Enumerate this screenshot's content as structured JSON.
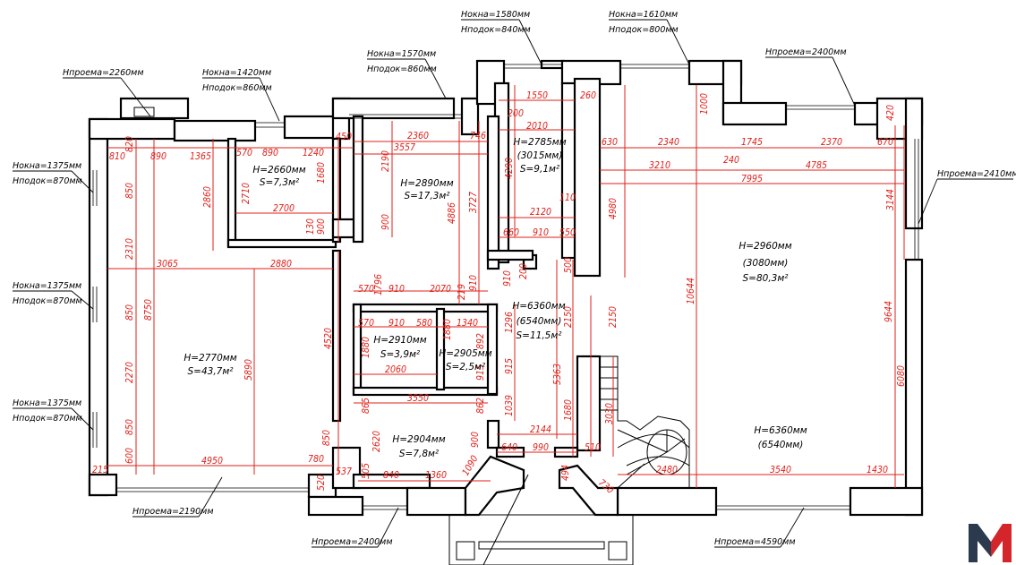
{
  "rooms": [
    {
      "h": "H=2770мм",
      "s": "S=43,7м²"
    },
    {
      "h": "H=2660мм",
      "s": "S=7,3м²"
    },
    {
      "h": "H=2890мм",
      "s": "S=17,3м²"
    },
    {
      "h": "H=2785мм",
      "h2": "(3015мм)",
      "s": "S=9,1м²"
    },
    {
      "h": "H=2960мм",
      "h2": "(3080мм)",
      "s": "S=80,3м²"
    },
    {
      "h": "H=6360мм",
      "h2": "(6540мм)",
      "s": "S=11,5м²"
    },
    {
      "h": "H=2910мм",
      "s": "S=3,9м²"
    },
    {
      "h": "H=2905мм",
      "s": "S=2,5м²"
    },
    {
      "h": "H=2904мм",
      "s": "S=7,8м²"
    },
    {
      "h": "H=6360мм",
      "h2": "(6540мм)"
    }
  ],
  "windows": [
    {
      "top": "Hпроема=2260мм"
    },
    {
      "top": "Hокна=1420мм",
      "bottom": "Hподок=860мм"
    },
    {
      "top": "Hокна=1570мм",
      "bottom": "Hподок=860мм"
    },
    {
      "top": "Hокна=1580мм",
      "bottom": "Hподок=840мм"
    },
    {
      "top": "Hокна=1610мм",
      "bottom": "Hподок=800мм"
    },
    {
      "top": "Hпроема=2400мм"
    },
    {
      "top": "Hпроема=2410мм"
    },
    {
      "top": "Hокна=1375мм",
      "bottom": "Hподок=870мм"
    },
    {
      "top": "Hокна=1375мм",
      "bottom": "Hподок=870мм"
    },
    {
      "top": "Hокна=1375мм",
      "bottom": "Hподок=870мм"
    },
    {
      "top": "Hпроема=2190мм"
    },
    {
      "top": "Hпроема=2400мм"
    },
    {
      "top": "Hпроема=4590мм"
    }
  ],
  "dims": {
    "d810": "810",
    "d820": "820",
    "d890a": "890",
    "d1365": "1365",
    "d570a": "570",
    "d890b": "890",
    "d1240": "1240",
    "d450": "450",
    "d2360": "2360",
    "d746": "746",
    "d3557": "3557",
    "d1550": "1550",
    "d260": "260",
    "d200a": "200",
    "d2010": "2010",
    "d630": "630",
    "d2340": "2340",
    "d1745": "1745",
    "d2370": "2370",
    "d670": "670",
    "d3210": "3210",
    "d240": "240",
    "d4785": "4785",
    "d7995": "7995",
    "d1000": "1000",
    "d420": "420",
    "d850a": "850",
    "d2860": "2860",
    "d2710": "2710",
    "d1680a": "1680",
    "d2700": "2700",
    "d130": "130",
    "d900a": "900",
    "d2190": "2190",
    "d4886": "4886",
    "d3727": "3727",
    "d900b": "900",
    "d4290": "4290",
    "d110": "110",
    "d2120": "2120",
    "d4980": "4980",
    "d3144": "3144",
    "d2310": "2310",
    "d3065": "3065",
    "d2880": "2880",
    "d660": "660",
    "d910a": "910",
    "d550": "550",
    "d200b": "200",
    "d500": "500",
    "d570b": "570",
    "d1796": "1796",
    "d910b": "910",
    "d2070": "2070",
    "d219": "219",
    "d910c": "910",
    "d910d": "910",
    "d10644": "10644",
    "d9644": "9644",
    "d850b": "850",
    "d8750": "8750",
    "d570c": "570",
    "d910e": "910",
    "d580": "580",
    "d1340": "1340",
    "d1880a": "1880",
    "d1880b": "1880",
    "d892": "892",
    "d1296": "1296",
    "d2150a": "2150",
    "d2150b": "2150",
    "d2270": "2270",
    "d5890": "5890",
    "d4520": "4520",
    "d2060": "2060",
    "d915a": "915",
    "d915b": "915",
    "d5363": "5363",
    "d6080": "6080",
    "d3550": "3550",
    "d865": "865",
    "d862": "862",
    "d1039": "1039",
    "d1680b": "1680",
    "d3030": "3030",
    "d850c": "850",
    "d2620": "2620",
    "d900c": "900",
    "d850d": "850",
    "d2144": "2144",
    "d600": "600",
    "d4950": "4950",
    "d780": "780",
    "d640": "640",
    "d990": "990",
    "d510": "510",
    "d215": "215",
    "d537": "537",
    "d505": "505",
    "d840": "840",
    "d1360": "1360",
    "d1090": "1090",
    "d494": "494",
    "d730": "730",
    "d2480": "2480",
    "d3540": "3540",
    "d1430": "1430",
    "d520": "520"
  },
  "logo": {
    "name": "M"
  }
}
